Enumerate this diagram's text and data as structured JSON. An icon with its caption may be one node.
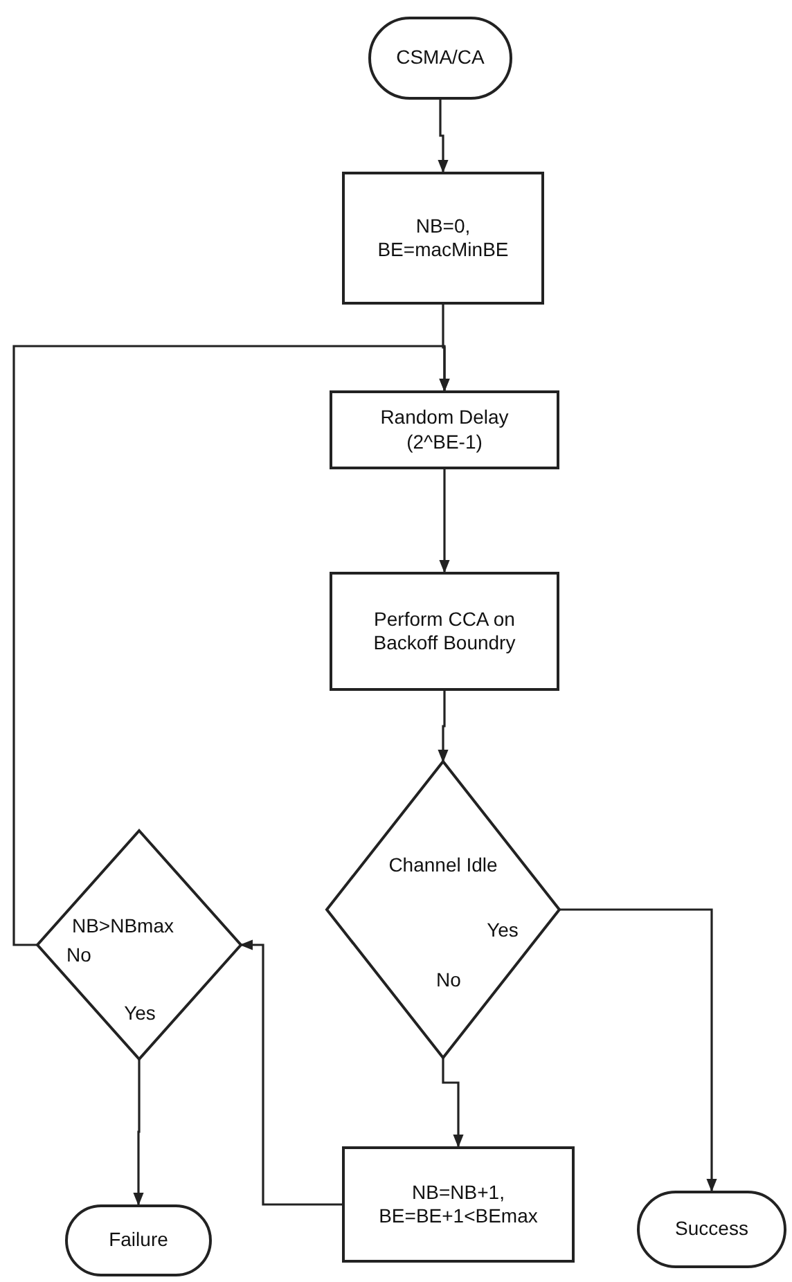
{
  "diagram": {
    "nodes": [
      {
        "text": [
          "CSMA/CA"
        ]
      },
      {
        "text": [
          "NB=0, BE=macMinBE"
        ]
      },
      {
        "text": [
          "Random Delay (2^BE-1)"
        ]
      },
      {
        "text": [
          "Perform CCA on Backoff Boundry"
        ]
      },
      {
        "text": [
          "Channel Idle"
        ]
      },
      {
        "text": [
          "NB>NBmax"
        ]
      },
      {
        "text": [
          "NB=NB+1, BE=BE+1<BEmax"
        ]
      },
      {
        "text": [
          "Failure"
        ]
      },
      {
        "text": [
          "Success"
        ]
      }
    ],
    "edges": [
      {
        "from": 0,
        "to": 1,
        "arrow": "to"
      },
      {
        "from": 1,
        "to": 2,
        "arrow": "to"
      },
      {
        "from": 2,
        "to": 3,
        "arrow": "to"
      },
      {
        "from": 3,
        "to": 4,
        "arrow": "to"
      },
      {
        "from": 4,
        "to": 8,
        "arrow": "to",
        "label": "Yes"
      },
      {
        "from": 4,
        "to": 6,
        "arrow": "to",
        "label": "No"
      },
      {
        "from": 6,
        "to": 5,
        "arrow": "to"
      },
      {
        "from": 5,
        "to": 2,
        "arrow": "to",
        "label": "No"
      },
      {
        "from": 5,
        "to": 7,
        "arrow": "to",
        "label": "Yes"
      }
    ]
  }
}
